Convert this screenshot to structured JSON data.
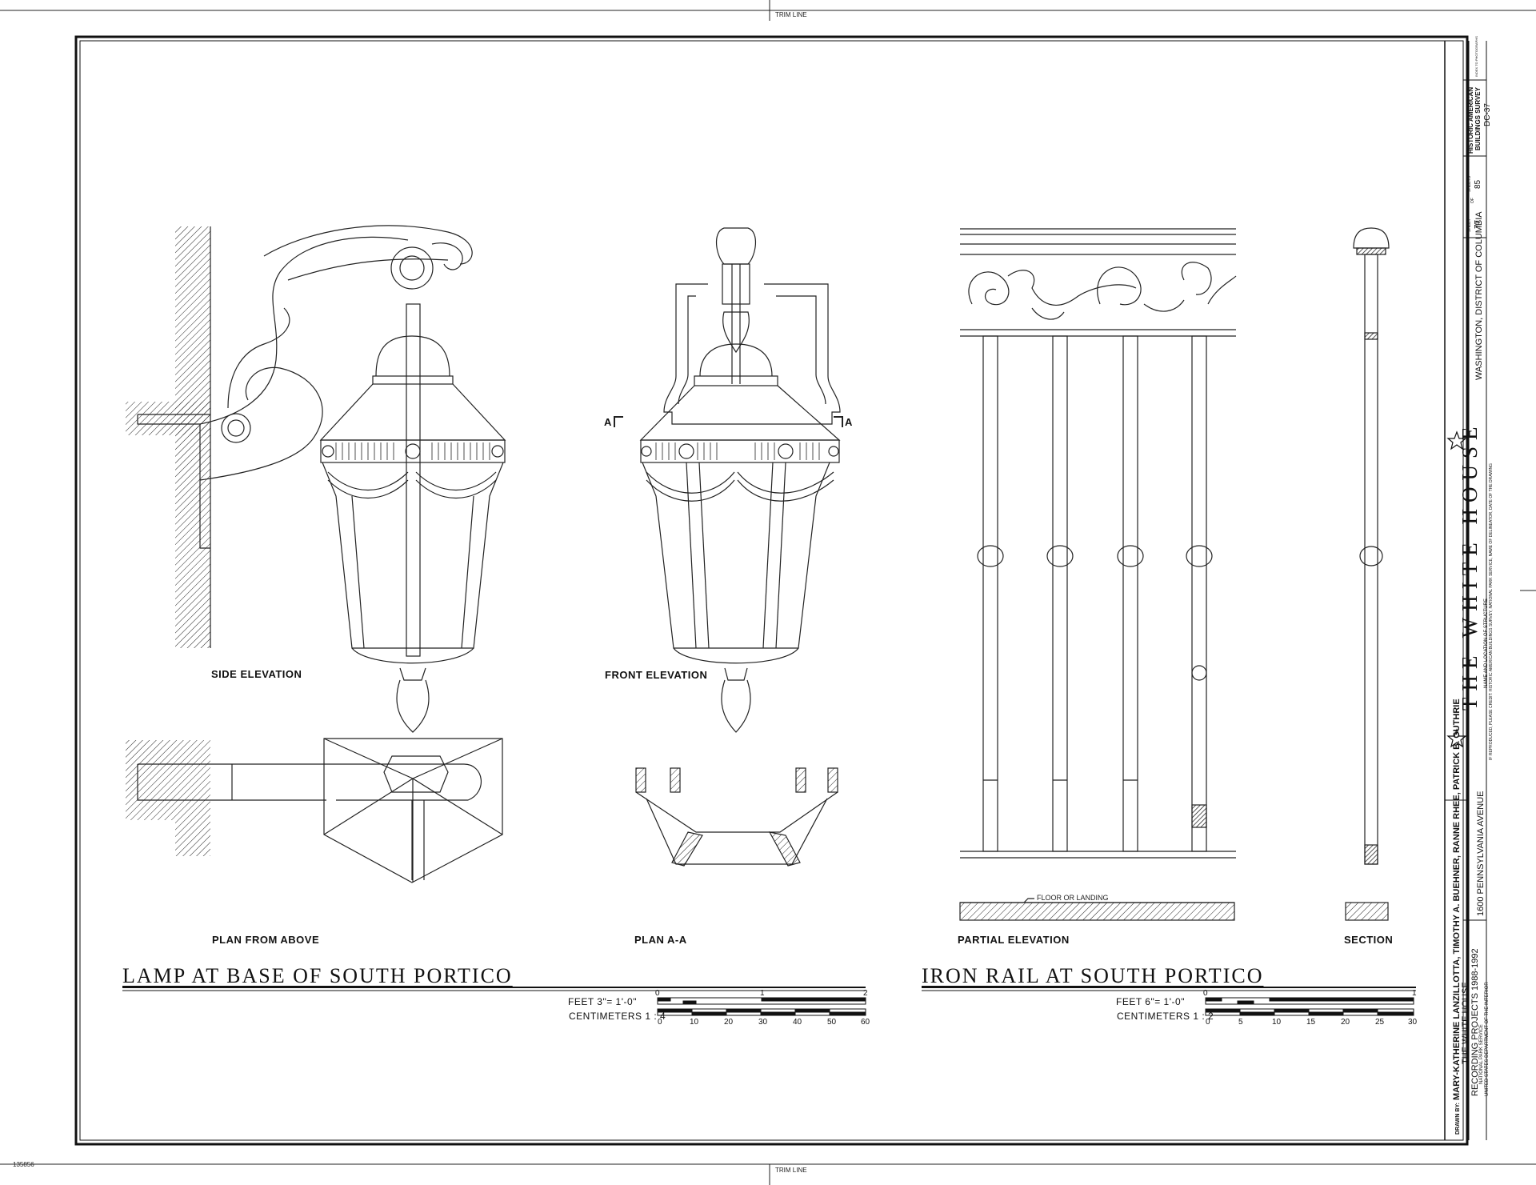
{
  "sheet": {
    "trim_top": "TRIM LINE",
    "trim_bottom": "TRIM LINE",
    "corner_code": "135856"
  },
  "views": {
    "side_elevation": "SIDE ELEVATION",
    "front_elevation": "FRONT ELEVATION",
    "plan_from_above": "PLAN FROM ABOVE",
    "plan_a_a": "PLAN A-A",
    "section_mark": "A",
    "partial_elevation": "PARTIAL ELEVATION",
    "section": "SECTION",
    "floor_note": "FLOOR OR LANDING"
  },
  "titles": {
    "lamp": "LAMP AT BASE OF SOUTH PORTICO",
    "rail": "IRON RAIL AT SOUTH PORTICO"
  },
  "scales": {
    "lamp": {
      "feet_label": "FEET  3\"= 1'-0\"",
      "cm_label": "CENTIMETERS  1 : 4",
      "feet_ticks": [
        "0",
        "1",
        "2"
      ],
      "cm_ticks": [
        "0",
        "10",
        "20",
        "30",
        "40",
        "50",
        "60"
      ]
    },
    "rail": {
      "feet_label": "FEET  6\"= 1'-0\"",
      "cm_label": "CENTIMETERS  1 : 2",
      "feet_ticks": [
        "0",
        "1"
      ],
      "cm_ticks": [
        "0",
        "5",
        "10",
        "15",
        "20",
        "25",
        "30"
      ]
    }
  },
  "title_block": {
    "drawn_by": "MARY-KATHERINE LANZILLOTTA, TIMOTHY A. BUEHNER, RANNE RHEE, PATRICK B. GUTHRIE",
    "drawn_by_prefix": "DRAWN BY:",
    "project_line1": "THE WHITE HOUSE",
    "project_line2": "RECORDING PROJECTS 1988-1992",
    "agency_line1": "NATIONAL PARK SERVICE",
    "agency_line2": "UNITED STATES DEPARTMENT OF THE INTERIOR",
    "address": "1600 PENNSYLVANIA AVENUE",
    "main_title": "THE WHITE HOUSE",
    "location": "WASHINGTON, DISTRICT OF COLUMBIA",
    "credit_line": "IF REPRODUCED, PLEASE CREDIT: HISTORIC AMERICAN BUILDINGS SURVEY, NATIONAL PARK SERVICE, NAME OF DELINEATOR, DATE OF THE DRAWING",
    "structure_label": "NAME AND LOCATION OF STRUCTURE",
    "sheet_label": "SHEET",
    "sheet_number": "77",
    "of_label": "OF",
    "sheets_label": "SHEETS",
    "sheets_total": "85",
    "survey_line1": "HISTORIC AMERICAN",
    "survey_line2": "BUILDINGS SURVEY",
    "survey_number": "DC-37",
    "index_label": "INDEX TO PHOTOGRAPHS"
  }
}
